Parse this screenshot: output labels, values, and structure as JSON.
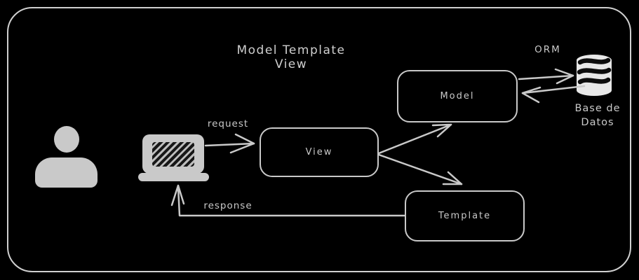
{
  "diagram": {
    "title": "Model Template View",
    "colors": {
      "background": "#000000",
      "stroke": "#c9c9c9",
      "frame_stroke": "#d0d0d0",
      "database_fill": "#e8e8e8",
      "database_bands": "#0d0d0d"
    },
    "nodes": {
      "user": {
        "icon": "user-icon"
      },
      "laptop": {
        "icon": "laptop-icon"
      },
      "view": {
        "label": "View"
      },
      "model": {
        "label": "Model"
      },
      "template": {
        "label": "Template"
      },
      "database": {
        "icon": "database-icon",
        "label_line1": "Base de",
        "label_line2": "Datos"
      }
    },
    "edges": {
      "request": {
        "label": "request",
        "from": "laptop",
        "to": "view"
      },
      "response": {
        "label": "response",
        "from": "template",
        "to": "laptop"
      },
      "orm": {
        "label": "ORM",
        "from": "model",
        "to": "database",
        "bidirectional": true
      },
      "view_to_model": {
        "from": "view",
        "to": "model"
      },
      "view_to_template": {
        "from": "view",
        "to": "template"
      }
    }
  }
}
